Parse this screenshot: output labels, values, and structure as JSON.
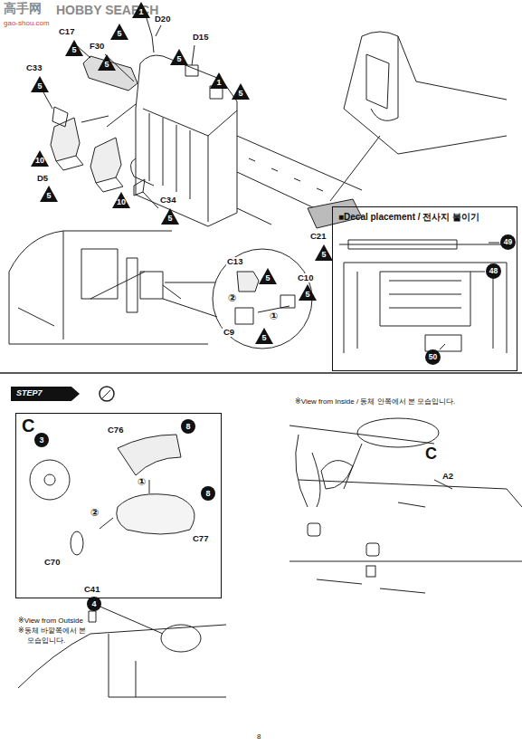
{
  "diagram": {
    "nodes": [
      {
        "text": [
          "■Decal placement / 전사지 붙이기"
        ]
      },
      {
        "text": [
          "STEP7"
        ]
      },
      {
        "text": [
          "C"
        ]
      }
    ],
    "labels": [
      "高手网",
      "HOBBY SEARCH",
      "gao-shou.com",
      "1",
      "D20",
      "5",
      "F30",
      "5",
      "D15",
      "5",
      "1",
      "5",
      "C17",
      "5",
      "C33",
      "5",
      "10",
      "D5",
      "5",
      "10",
      "C34",
      "5",
      "C21",
      "5",
      "C13",
      "5",
      "C10",
      "5",
      "②",
      "①",
      "C9",
      "5",
      "49",
      "48",
      "50",
      "3",
      "C76",
      "8",
      "①",
      "8",
      "C77",
      "C70",
      "②",
      "C41",
      "4",
      "※View from Outside",
      "※동체 바깥쪽에서 본",
      "모습입니다.",
      "※View from Inside / 동체 안쪽에서 본 모습입니다.",
      "C",
      "A2",
      "8"
    ]
  }
}
